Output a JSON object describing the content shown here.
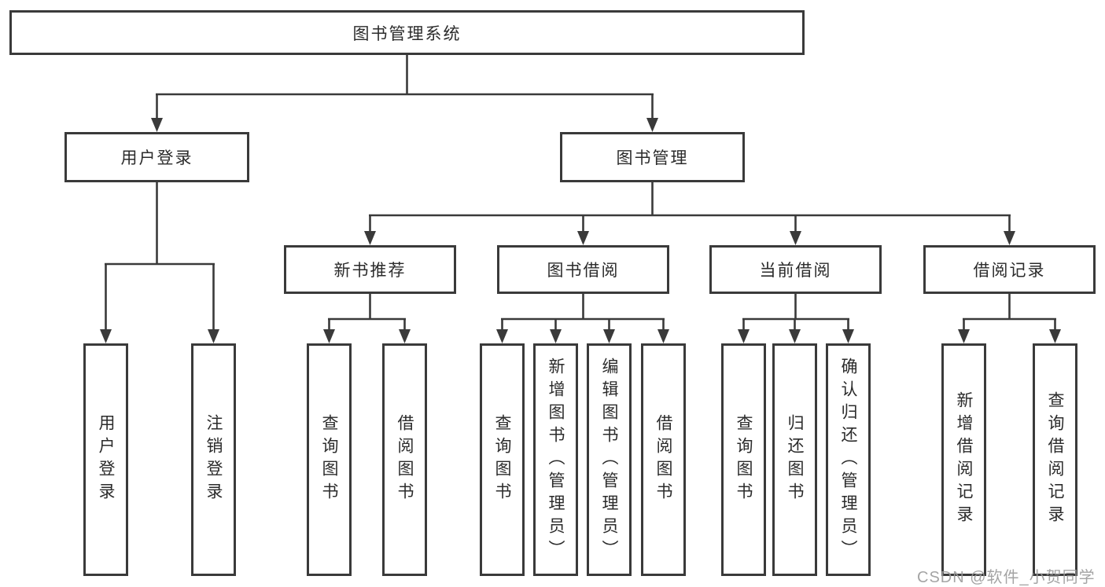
{
  "tree": {
    "root": {
      "label": "图书管理系统"
    },
    "level2": [
      {
        "label": "用户登录"
      },
      {
        "label": "图书管理"
      }
    ],
    "level3": [
      {
        "label": "新书推荐"
      },
      {
        "label": "图书借阅"
      },
      {
        "label": "当前借阅"
      },
      {
        "label": "借阅记录"
      }
    ],
    "leaves": {
      "user_login": [
        "用户登录",
        "注销登录"
      ],
      "new_book_recommend": [
        "查询图书",
        "借阅图书"
      ],
      "book_borrowing": [
        "查询图书",
        "新增图书（管理员）",
        "编辑图书（管理员）",
        "借阅图书"
      ],
      "current_borrowing": [
        "查询图书",
        "归还图书",
        "确认归还（管理员）"
      ],
      "borrowing_records": [
        "新增借阅记录",
        "查询借阅记录"
      ]
    }
  },
  "watermark": {
    "text": "CSDN @软件_小贺同学"
  },
  "colors": {
    "line": "#3a3a3a",
    "box_border": "#3a3a3a",
    "box_fill": "#ffffff",
    "text": "#2b2b2b",
    "watermark": "#9b9b9b",
    "background": "#ffffff"
  }
}
